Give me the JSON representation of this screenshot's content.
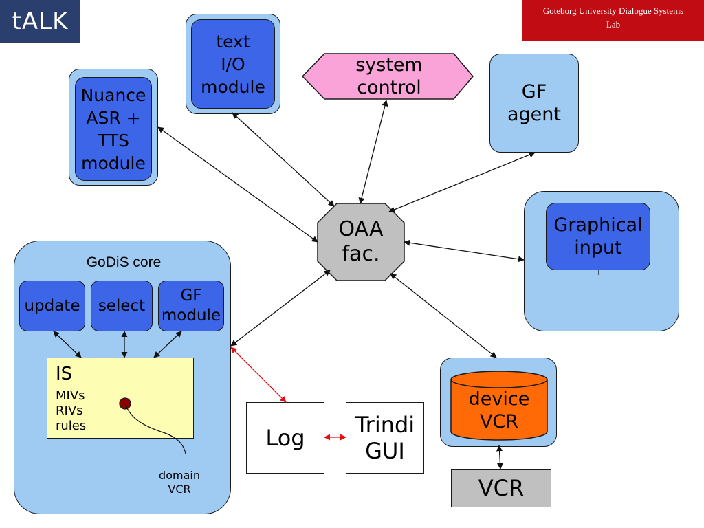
{
  "header": {
    "logo_text": "tALK",
    "lab_text": "Goteborg University Dialogue Systems\nLab"
  },
  "nodes": {
    "nuance": "Nuance\nASR +\nTTS\nmodule",
    "text_io": "text\nI/O\nmodule",
    "system_control": "system\ncontrol",
    "gf_agent": "GF\nagent",
    "oaa": "OAA\nfac.",
    "graphical_input": "Graphical\ninput",
    "godis_core": "GoDiS core",
    "update": "update",
    "select": "select",
    "gf_module": "GF\nmodule",
    "is_title": "IS",
    "is_items": "MIVs\nRIVs\nrules",
    "domain_vcr": "domain\nVCR",
    "log": "Log",
    "trindi_gui": "Trindi\nGUI",
    "device_vcr": "device\nVCR",
    "vcr": "VCR"
  },
  "colors": {
    "outer_box": "#9fcbf3",
    "inner_box": "#3c65e8",
    "hexagon": "#f9a3d8",
    "octagon": "#c0c0c0",
    "cylinder": "#ff6a06",
    "is_box": "#fdfdb3",
    "red_arrow": "#e21010",
    "vcr_box": "#c0c0c0"
  }
}
